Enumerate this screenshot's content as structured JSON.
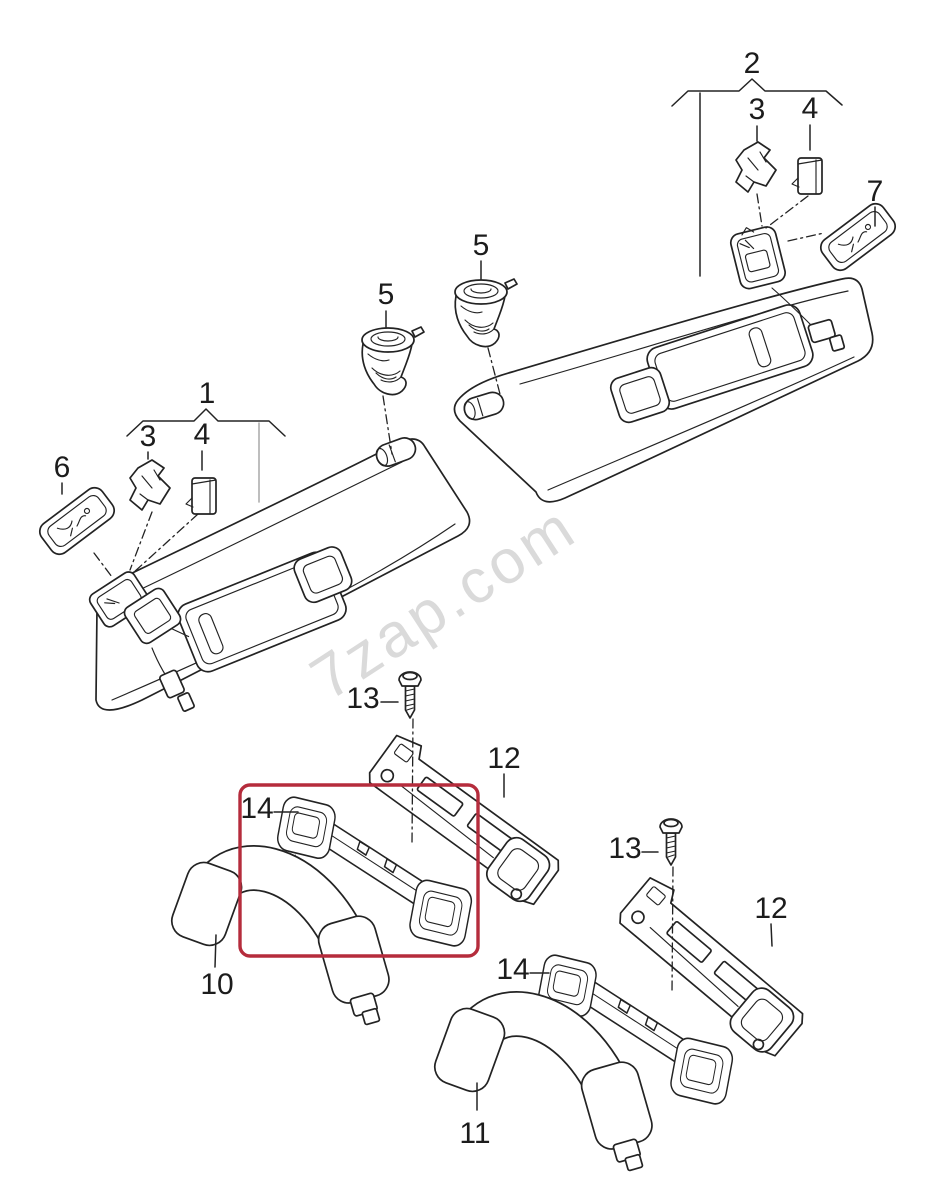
{
  "diagram": {
    "type": "exploded-parts-diagram",
    "subject": "sun visors and grab handles",
    "watermark": "7zap.com",
    "highlight": {
      "ref": "14",
      "style": "red-box"
    },
    "colors": {
      "line": "#232323",
      "leader_gray": "#a8a8a8",
      "highlight_box": "#b52c3c",
      "watermark": "#dadada",
      "background": "#ffffff"
    },
    "callouts": [
      {
        "ref": "1",
        "part": "sun-visor-left-assembly"
      },
      {
        "ref": "2",
        "part": "sun-visor-right-assembly"
      },
      {
        "ref": "3",
        "part": "retaining-clip-top"
      },
      {
        "ref": "4",
        "part": "spacer-top"
      },
      {
        "ref": "7",
        "part": "mounting-plate-right"
      },
      {
        "ref": "5",
        "part": "swivel-mount-right"
      },
      {
        "ref": "5",
        "part": "swivel-mount-left"
      },
      {
        "ref": "3",
        "part": "retaining-clip-left"
      },
      {
        "ref": "4",
        "part": "spacer-left"
      },
      {
        "ref": "6",
        "part": "mounting-plate-left"
      },
      {
        "ref": "13",
        "part": "screw-front"
      },
      {
        "ref": "12",
        "part": "mounting-bracket-front"
      },
      {
        "ref": "14",
        "part": "handle-bracket-front"
      },
      {
        "ref": "10",
        "part": "grab-handle-front"
      },
      {
        "ref": "13",
        "part": "screw-rear"
      },
      {
        "ref": "12",
        "part": "mounting-bracket-rear"
      },
      {
        "ref": "14",
        "part": "handle-bracket-rear"
      },
      {
        "ref": "11",
        "part": "grab-handle-rear"
      }
    ]
  }
}
